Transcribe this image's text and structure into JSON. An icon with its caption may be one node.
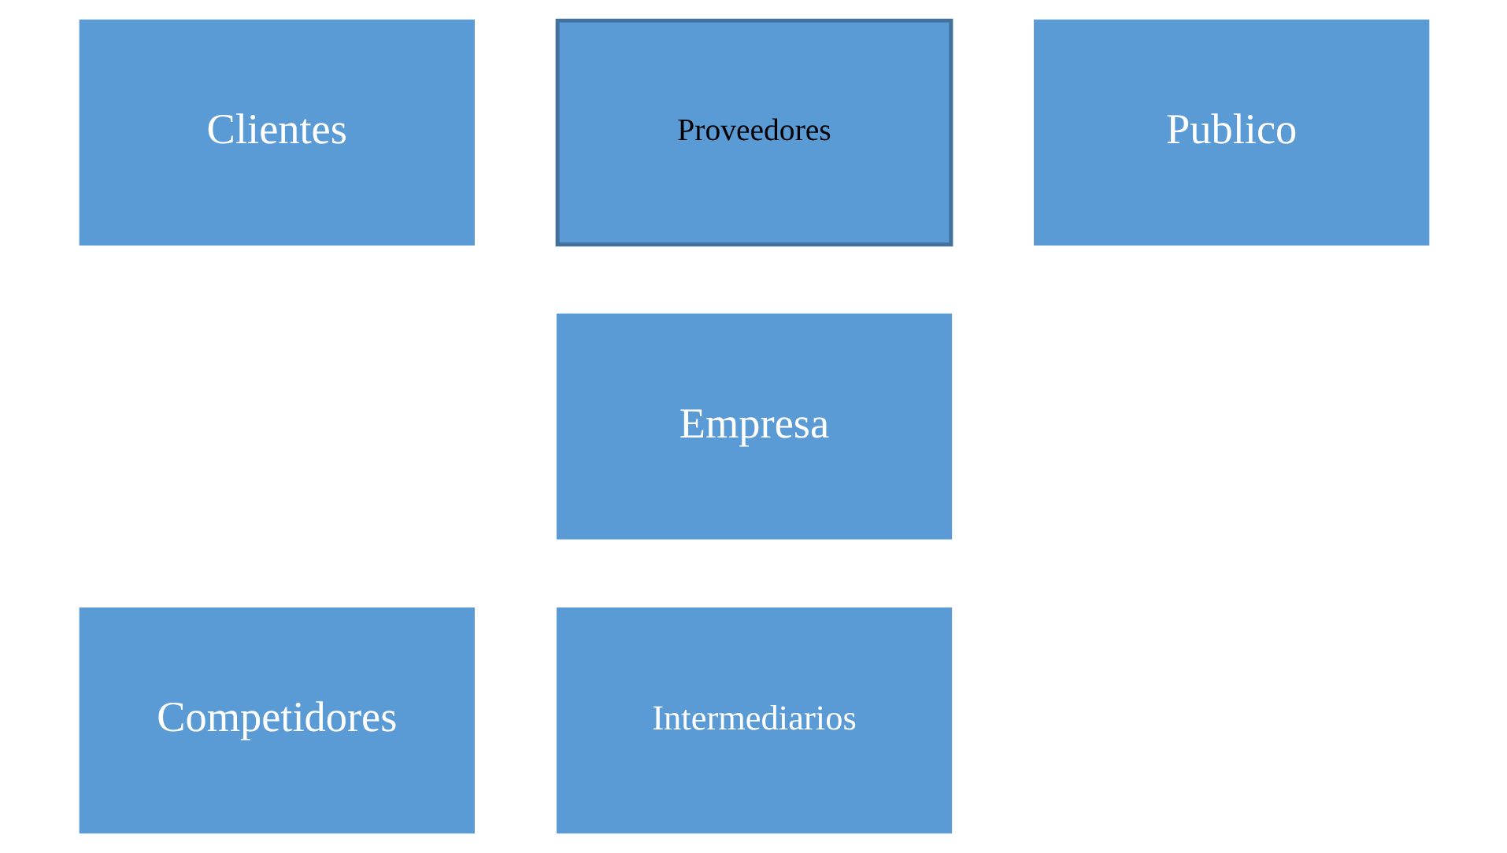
{
  "diagram": {
    "nodes": [
      {
        "text": [
          "Clientes"
        ]
      },
      {
        "text": [
          "Proveedores"
        ]
      },
      {
        "text": [
          "Publico"
        ]
      },
      {
        "text": [
          "Empresa"
        ]
      },
      {
        "text": [
          "Competidores"
        ]
      },
      {
        "text": [
          "Intermediarios"
        ]
      }
    ]
  }
}
